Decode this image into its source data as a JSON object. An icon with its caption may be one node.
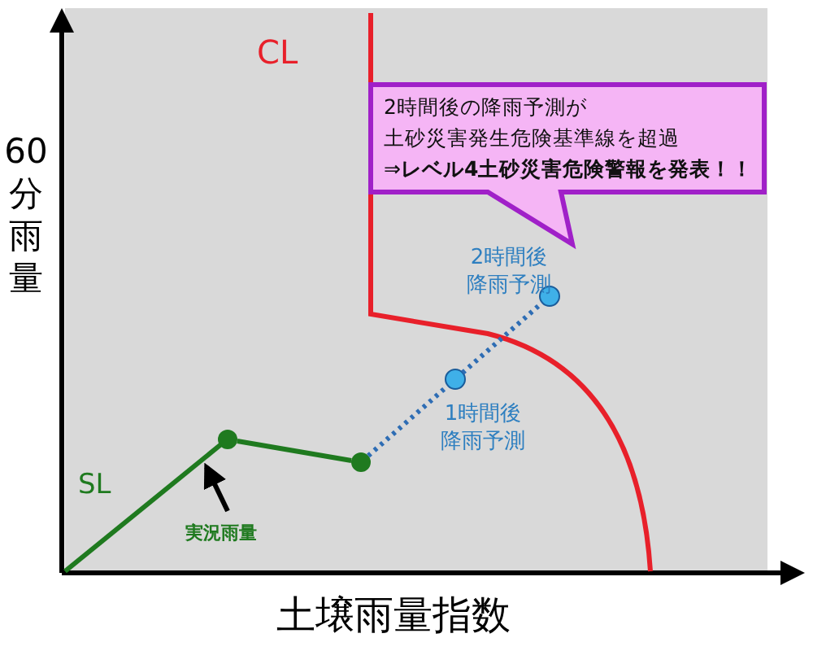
{
  "diagram": {
    "nodes": [
      {
        "text": [
          "2時間後の降雨予測が",
          "土砂災害発生危険基準線を超過",
          "⇒**レベル4土砂災害危険警報を発表！！**"
        ]
      },
      {
        "text": [],
        "shape": "circle"
      },
      {
        "text": [],
        "shape": "circle"
      },
      {
        "text": [],
        "shape": "circle",
        "beside": [
          "1時間後降雨予測"
        ]
      },
      {
        "text": [],
        "shape": "circle",
        "beside": [
          "2時間後降雨予測"
        ]
      },
      {
        "text": [
          "実況雨量"
        ]
      },
      {
        "text": [],
        "shape": "line"
      }
    ],
    "edges": [
      {
        "from": 1,
        "to": 2,
        "arrow": "none",
        "color": "#1f7a1f"
      },
      {
        "from": 2,
        "to": 3,
        "arrow": "none",
        "style": "dashed",
        "color": "#2e6db4"
      },
      {
        "from": 3,
        "to": 4,
        "arrow": "none",
        "style": "dashed",
        "color": "#2e6db4"
      },
      {
        "from": 5,
        "to": 6,
        "arrow": "to",
        "color": "#000000"
      }
    ],
    "labels": [
      "CL",
      "60分雨量",
      "SL",
      "土壌雨量指数"
    ]
  }
}
